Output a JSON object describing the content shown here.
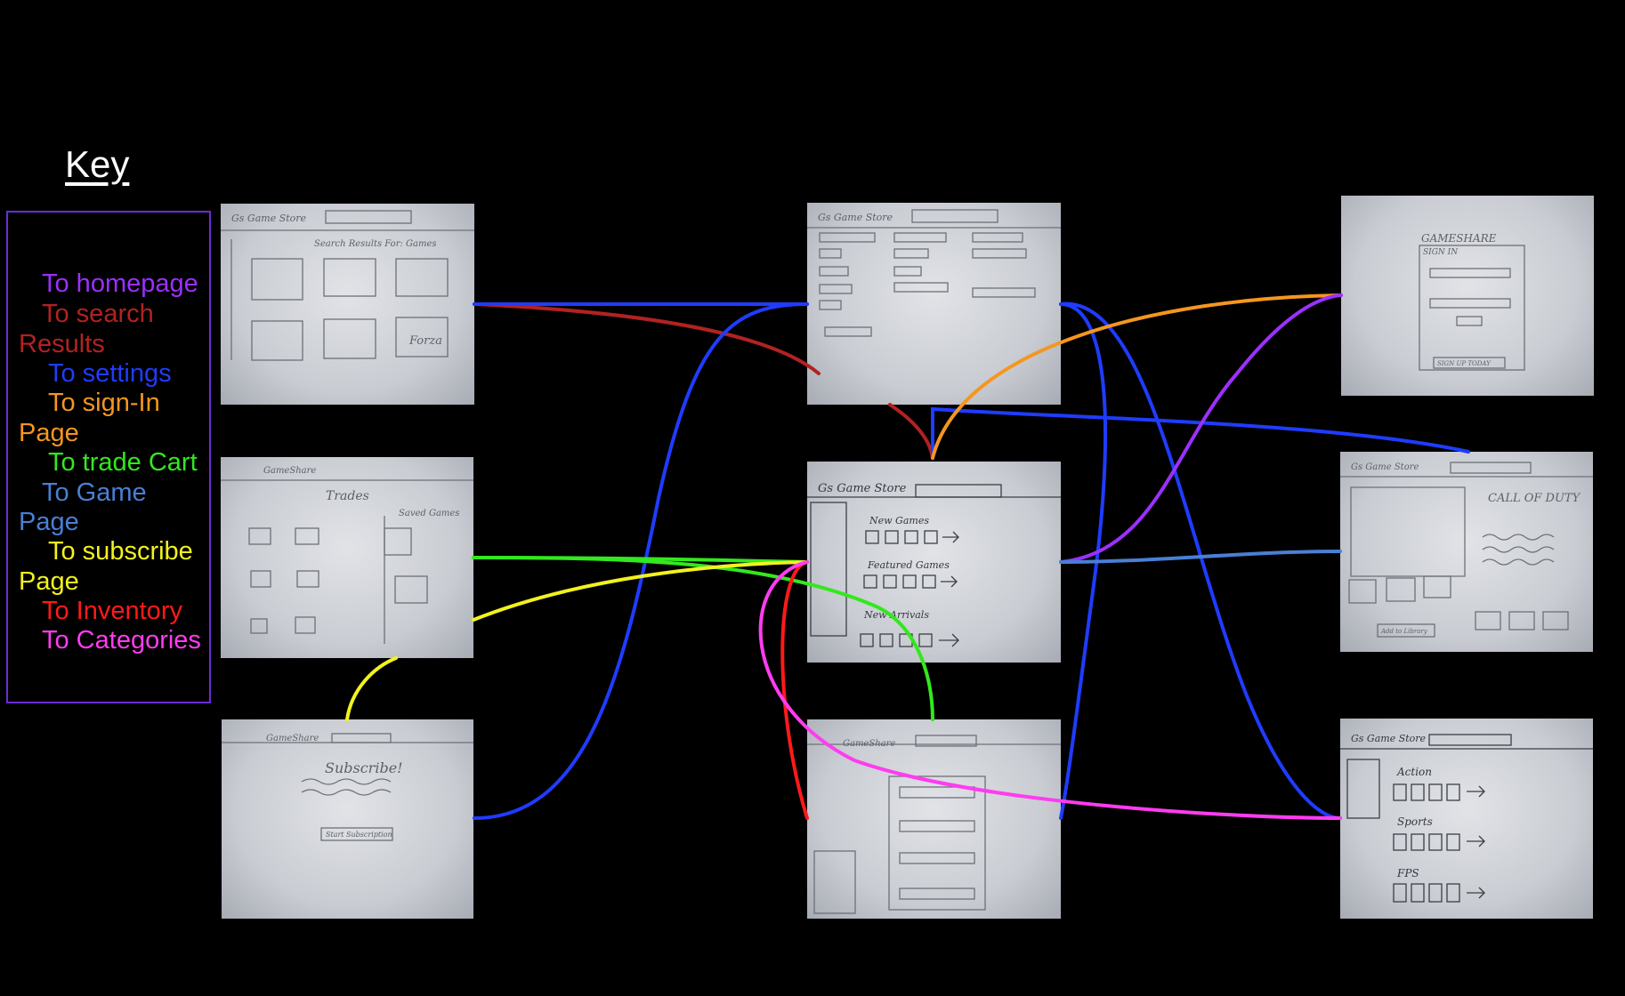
{
  "key": {
    "title": "Key",
    "lines": [
      {
        "text": "To homepage",
        "color": "#9b30ff"
      },
      {
        "text": "To search",
        "color": "#b22222"
      },
      {
        "text": "Results",
        "color": "#b22222"
      },
      {
        "text": "To settings",
        "color": "#1f3cff"
      },
      {
        "text": "To sign-In",
        "color": "#f5961f"
      },
      {
        "text": "Page",
        "color": "#f5961f"
      },
      {
        "text": "To trade Cart",
        "color": "#33e81e"
      },
      {
        "text": "To Game",
        "color": "#4a7fd4"
      },
      {
        "text": "Page",
        "color": "#4a7fd4"
      },
      {
        "text": "To subscribe",
        "color": "#f2f21e"
      },
      {
        "text": "Page",
        "color": "#f2f21e"
      },
      {
        "text": "To Inventory",
        "color": "#ff1a1a"
      },
      {
        "text": "To Categories",
        "color": "#ff3cf0"
      }
    ]
  },
  "link_colors": {
    "homepage": "#9b30ff",
    "search_results": "#b22222",
    "settings": "#1f3cff",
    "sign_in": "#f5961f",
    "trade_cart": "#33e81e",
    "game_page": "#4a7fd4",
    "subscribe": "#f2f21e",
    "inventory": "#ff1a1a",
    "categories": "#ff3cf0"
  },
  "sketches": {
    "search": {
      "brand": "Gs  Game Store",
      "heading": "Search Results For: Games",
      "tiles": [
        "",
        "",
        "",
        "",
        "",
        "Forza"
      ]
    },
    "trade": {
      "brand": "GameShare",
      "heading": "Trades",
      "side": "Saved Games"
    },
    "subscribe": {
      "brand": "GameShare",
      "heading": "Subscribe!",
      "button": "Start Subscription"
    },
    "settings": {
      "brand": "Gs  Game Store"
    },
    "home": {
      "brand": "Gs  Game Store",
      "rows": [
        "New Games",
        "Featured Games",
        "New Arrivals"
      ]
    },
    "inventory": {
      "brand": "GameShare"
    },
    "signin": {
      "title": "GAMESHARE",
      "subtitle": "SIGN IN",
      "button": "SIGN UP TODAY"
    },
    "game": {
      "brand": "Gs  Game Store",
      "title": "CALL OF DUTY",
      "button": "Add to Library"
    },
    "categories": {
      "brand": "Gs  Game Store",
      "rows": [
        "Action",
        "Sports",
        "FPS"
      ]
    }
  }
}
